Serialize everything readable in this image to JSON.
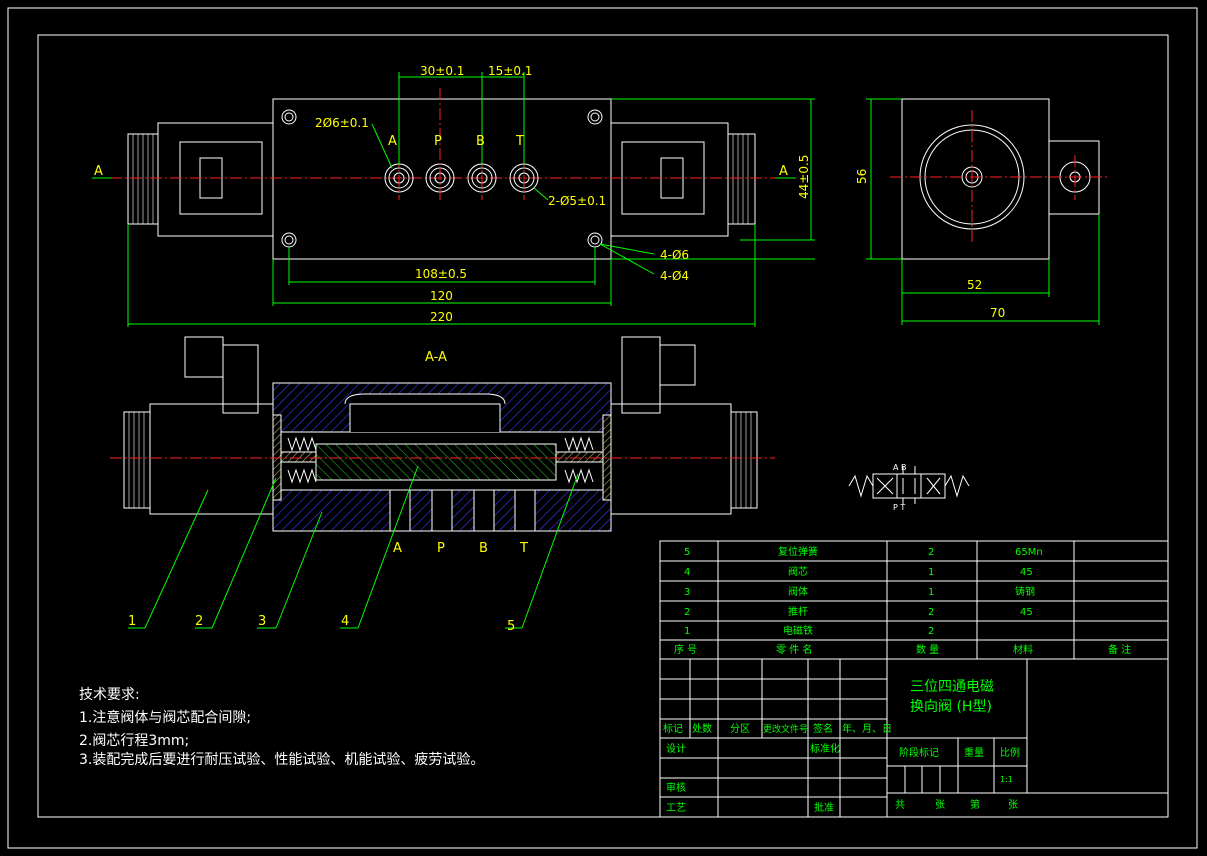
{
  "dims": {
    "d30": "30±0.1",
    "d15": "15±0.1",
    "d2o6": "2Ø6±0.1",
    "d2o5": "2-Ø5±0.1",
    "d44": "44±0.5",
    "d4o6": "4-Ø6",
    "d4o4": "4-Ø4",
    "d108": "108±0.5",
    "d120": "120",
    "d220": "220",
    "d56": "56",
    "d52": "52",
    "d70": "70"
  },
  "ports": {
    "a": "A",
    "p": "P",
    "b": "B",
    "t": "T"
  },
  "section": {
    "view_left": "A",
    "view_right": "A",
    "title": "A-A"
  },
  "symbol": {
    "top": "A B",
    "bottom": "P T"
  },
  "balloons": [
    "1",
    "2",
    "3",
    "4",
    "5"
  ],
  "notes": {
    "title": "技术要求:",
    "line1": "1.注意阀体与阀芯配合间隙;",
    "line2": "2.阀芯行程3mm;",
    "line3": "3.装配完成后要进行耐压试验、性能试验、机能试验、疲劳试验。"
  },
  "bom": {
    "rows": [
      {
        "no": "5",
        "name": "复位弹簧",
        "qty": "2",
        "mat": "65Mn",
        "note": ""
      },
      {
        "no": "4",
        "name": "阀芯",
        "qty": "1",
        "mat": "45",
        "note": ""
      },
      {
        "no": "3",
        "name": "阀体",
        "qty": "1",
        "mat": "铸钢",
        "note": ""
      },
      {
        "no": "2",
        "name": "推杆",
        "qty": "2",
        "mat": "45",
        "note": ""
      },
      {
        "no": "1",
        "name": "电磁铁",
        "qty": "2",
        "mat": "",
        "note": ""
      }
    ],
    "header": {
      "no": "序 号",
      "name": "零 件 名",
      "qty": "数 量",
      "mat": "材料",
      "note": "备 注"
    }
  },
  "title_block": {
    "title_line1": "三位四通电磁",
    "title_line2": "换向阀 (H型)",
    "biaoji": "标记",
    "chushu": "处数",
    "fenqu": "分区",
    "genggai": "更改文件号",
    "qianming": "签名",
    "date": "年、月、日",
    "sheji": "设计",
    "biaozhunhua": "标准化",
    "jieduan": "阶段标记",
    "zhongliang": "重量",
    "bili": "比例",
    "scale": "1:1",
    "shenhe": "审核",
    "gongyi": "工艺",
    "pizhun": "批准",
    "gong": "共",
    "zhang1": "张",
    "di": "第",
    "zhang2": "张"
  }
}
